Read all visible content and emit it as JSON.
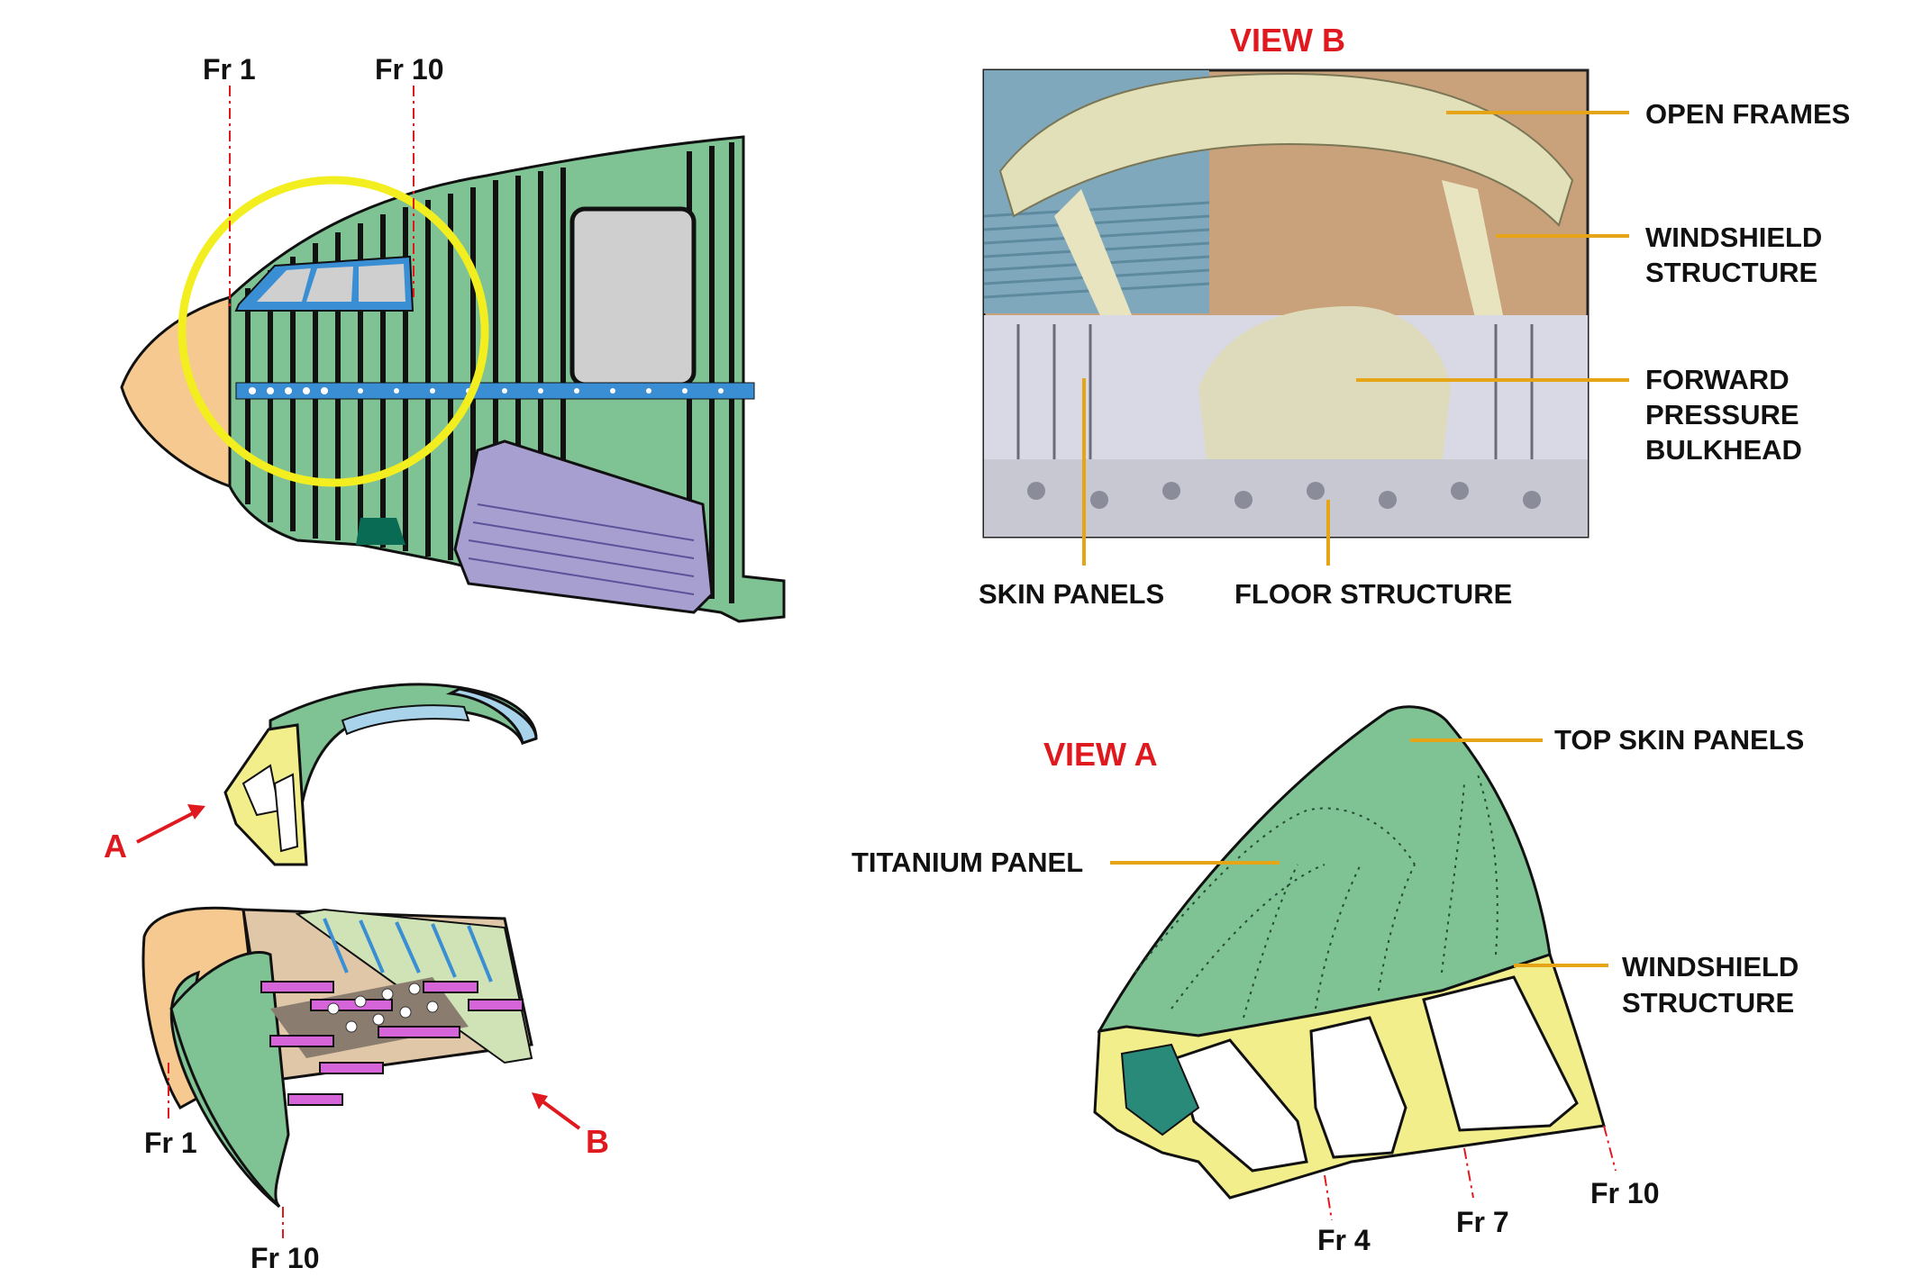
{
  "labels": {
    "view_b_title": "VIEW B",
    "view_a_title": "VIEW A",
    "fr1_top": "Fr 1",
    "fr10_top": "Fr 10",
    "open_frames": "OPEN FRAMES",
    "windshield_b_1": "WINDSHIELD",
    "windshield_b_2": "STRUCTURE",
    "forward_1": "FORWARD",
    "forward_2": "PRESSURE",
    "forward_3": "BULKHEAD",
    "skin_panels": "SKIN PANELS",
    "floor_structure": "FLOOR STRUCTURE",
    "arrow_a": "A",
    "arrow_b": "B",
    "fr1_bottom": "Fr 1",
    "fr10_bottom": "Fr 10",
    "top_skin_panels": "TOP SKIN PANELS",
    "titanium_panel": "TITANIUM PANEL",
    "windshield_a_1": "WINDSHIELD",
    "windshield_a_2": "STRUCTURE",
    "fr4": "Fr 4",
    "fr7": "Fr 7",
    "fr10_a": "Fr 10"
  },
  "colors": {
    "skin_green": "#7fc293",
    "radome": "#f5c990",
    "frame_yellow": "#f2ee8c",
    "highlight_yellow": "#f2ee1f",
    "landing_gear_purple": "#a79fd0",
    "window_blue": "#3a8fd4",
    "floor_pink": "#d665d9",
    "callout_orange": "#e6a417",
    "view_red": "#e0191f"
  }
}
